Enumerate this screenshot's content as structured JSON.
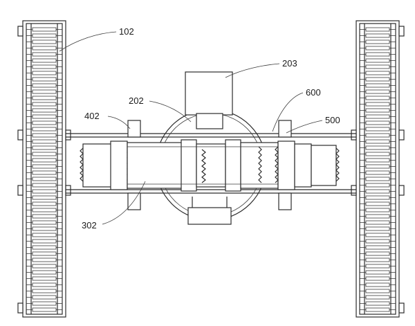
{
  "labels": {
    "l102": "102",
    "l203": "203",
    "l202": "202",
    "l600": "600",
    "l402": "402",
    "l500": "500",
    "l302": "302"
  }
}
